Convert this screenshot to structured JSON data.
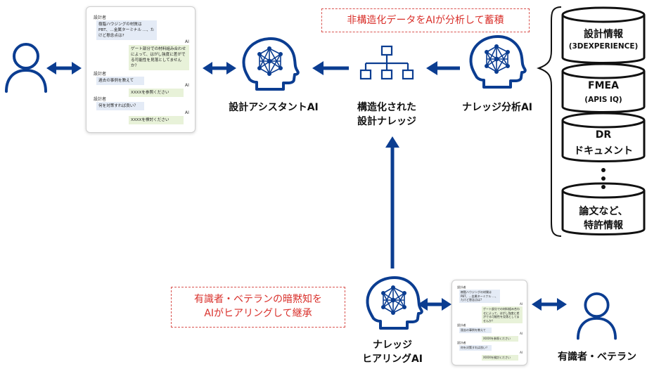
{
  "top_callout": "非構造化データをAIが分析して蓄積",
  "bottom_callout": {
    "line1": "有識者・ベテランの暗黙知を",
    "line2": "AIがヒアリングして継承"
  },
  "nodes": {
    "assistant_ai": "設計アシスタントAI",
    "knowledge": {
      "line1": "構造化された",
      "line2": "設計ナレッジ"
    },
    "analysis_ai": "ナレッジ分析AI",
    "hearing_ai": {
      "line1": "ナレッジ",
      "line2": "ヒアリングAI"
    },
    "expert": "有識者・ベテラン"
  },
  "databases": [
    {
      "title": "設計情報",
      "sub": "(3DEXPERIENCE)"
    },
    {
      "title": "FMEA",
      "sub": "(APIS IQ)"
    },
    {
      "title": "DR",
      "sub": "ドキュメント"
    },
    {
      "title": "論文など、",
      "sub": "特許情報"
    }
  ],
  "chat": {
    "designer": "設計者",
    "ai": "AI",
    "q1": "樹脂ハウジングの材質は PBT、…金属ターミナル …、たけど懸念点は?",
    "a1": "ゲート部分での材料組み合わせによって、はがし強度に差がでる可能性を見落としてませんか？",
    "q2": "過去の事例を教えて",
    "a2": "XXXXを参照ください",
    "q3": "何を対策すれば良い？",
    "a3": "XXXXを検討ください"
  },
  "colors": {
    "arrow": "#0b3d91",
    "callout": "#d9302b",
    "db_stroke": "#111111"
  }
}
